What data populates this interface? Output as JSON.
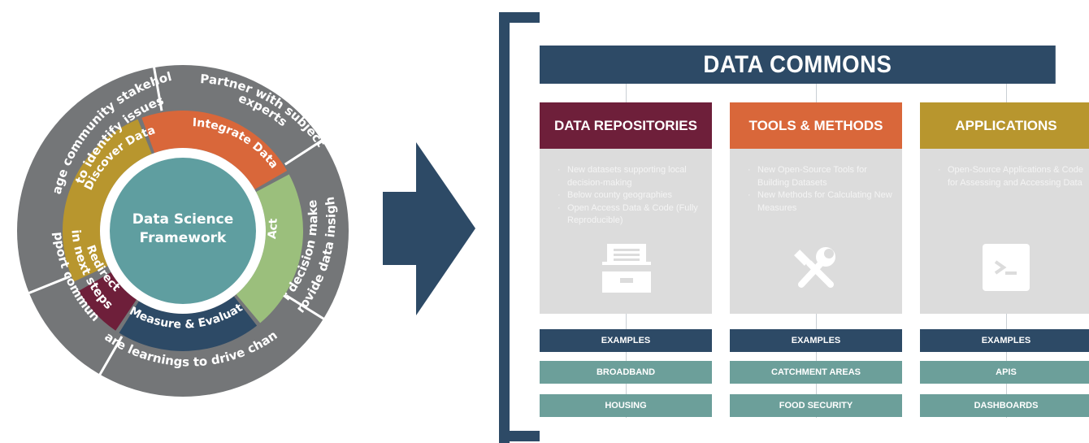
{
  "framework": {
    "center_label_1": "Data Science",
    "center_label_2": "Framework",
    "inner_steps": [
      {
        "label": "Discover Data",
        "color": "#b8962e"
      },
      {
        "label": "Integrate Data",
        "color": "#d9673a"
      },
      {
        "label": "Act",
        "color": "#9bbf7c"
      },
      {
        "label": "Measure & Evaluate",
        "color": "#2d4a66"
      },
      {
        "label": "Redirect",
        "color": "#6e1f3a"
      }
    ],
    "outer_steps": [
      {
        "line1": "Engage community stakeholders",
        "line2": "to identify issues"
      },
      {
        "line1": "Partner with subject",
        "line2": "experts"
      },
      {
        "line1": "Provide data insight",
        "line2": "For decision makers"
      },
      {
        "line1": "Share learnings to drive change",
        "line2": ""
      },
      {
        "line1": "Support community",
        "line2": "in next steps"
      }
    ],
    "colors": {
      "outer_ring": "#747678",
      "center": "#5f9ea0",
      "separator": "#ffffff"
    }
  },
  "arrow": {
    "color": "#2d4a66"
  },
  "commons": {
    "title": "DATA COMMONS",
    "columns": [
      {
        "heading": "DATA REPOSITORIES",
        "color": "#6e1f3a",
        "bullets": [
          "New datasets supporting local decision-making",
          "Below county geographies",
          "Open Access Data & Code (Fully Reproducible)"
        ],
        "icon": "file-cabinet-icon",
        "examples_label": "EXAMPLES",
        "examples": [
          "BROADBAND",
          "HOUSING"
        ]
      },
      {
        "heading": "TOOLS & METHODS",
        "color": "#d9673a",
        "bullets": [
          "New Open-Source Tools for Building Datasets",
          "New Methods for Calculating New Measures"
        ],
        "icon": "wrench-screwdriver-icon",
        "examples_label": "EXAMPLES",
        "examples": [
          "CATCHMENT AREAS",
          "FOOD SECURITY"
        ]
      },
      {
        "heading": "APPLICATIONS",
        "color": "#b8962e",
        "bullets": [
          "Open-Source Applications & Code for Assessing and Accessing Data"
        ],
        "icon": "terminal-icon",
        "examples_label": "EXAMPLES",
        "examples": [
          "APIS",
          "DASHBOARDS"
        ]
      }
    ]
  }
}
